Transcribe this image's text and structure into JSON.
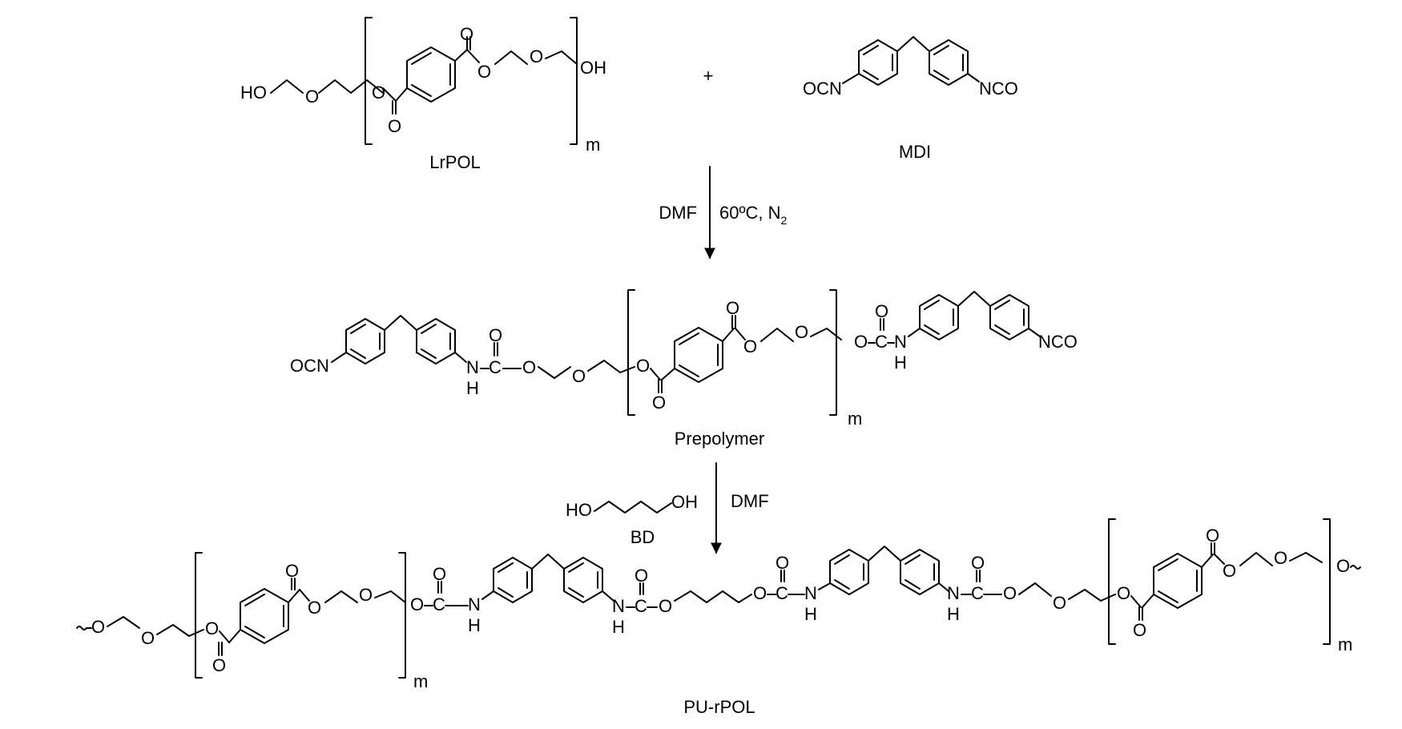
{
  "compounds": {
    "lrpol": {
      "name": "LrPOL",
      "repeat": "m"
    },
    "mdi": {
      "name": "MDI"
    },
    "prepolymer": {
      "name": "Prepolymer",
      "repeat": "m"
    },
    "bd": {
      "name": "BD"
    },
    "pu_rpol": {
      "name": "PU-rPOL",
      "repeat": "m"
    }
  },
  "plus_sign": "+",
  "step1": {
    "reagent": "DMF",
    "conditions": "60ºC, N",
    "conditions_sub": "2"
  },
  "step2": {
    "reagent": "DMF"
  },
  "atoms": {
    "ho": "HO",
    "oh": "OH",
    "o": "O",
    "ocn": "OCN",
    "nco": "NCO",
    "n": "N",
    "h": "H",
    "c": "C"
  }
}
